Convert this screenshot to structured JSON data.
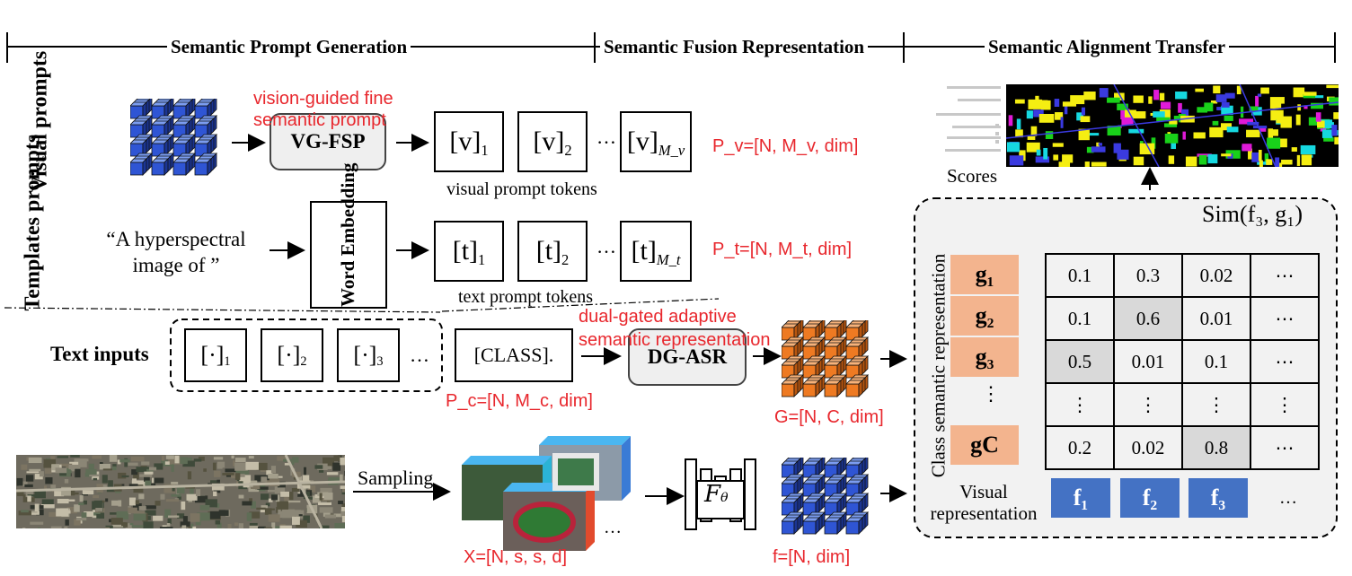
{
  "headers": {
    "spg": "Semantic Prompt Generation",
    "sfr": "Semantic Fusion Representation",
    "sat": "Semantic Alignment Transfer"
  },
  "rows": {
    "visual_prompts": "Visual prompts",
    "templates_prompts": "Templates prompts",
    "text_inputs": "Text inputs"
  },
  "modules": {
    "vgfsp": "VG-FSP",
    "vgfsp_desc": "vision-guided fine semantic prompt",
    "word_embedding": "Word Embedding",
    "dgasr": "DG-ASR",
    "dgasr_desc": "dual-gated adaptive semantic representation"
  },
  "visual_tokens": {
    "base": "[v]",
    "subs": [
      "1",
      "2",
      "M_v"
    ],
    "caption": "visual prompt tokens",
    "shape": "P_v=[N, M_v, dim]"
  },
  "text_tokens": {
    "base": "[t]",
    "subs": [
      "1",
      "2",
      "M_t"
    ],
    "caption": "text prompt tokens",
    "shape": "P_t=[N, M_t, dim]"
  },
  "template_text": {
    "line1": "“A hyperspectral",
    "line2": "image of ”"
  },
  "input_tokens": {
    "base": "[·]",
    "subs": [
      "1",
      "2",
      "3"
    ],
    "class": "[CLASS].",
    "shape": "P_c=[N, M_c, dim]"
  },
  "ellipsis": "…",
  "vellipsis": "⋮",
  "sampling": "Sampling",
  "feature_extractor": "F",
  "feature_extractor_sub": "θ",
  "shapes": {
    "x": "X=[N, s, s, d]",
    "g": "G=[N, C, dim]",
    "f": "f=[N, dim]"
  },
  "scores": "Scores",
  "sim_label": "Sim(f₃, g₁)",
  "class_semantic": "Class semantic representation",
  "visual_representation": {
    "line1": "Visual",
    "line2": "representation"
  },
  "g_labels": [
    "g₁",
    "g₂",
    "g₃",
    "gC"
  ],
  "f_labels": [
    "f₁",
    "f₂",
    "f₃"
  ],
  "sim_matrix": [
    [
      "0.1",
      "0.3",
      "0.02",
      "⋯"
    ],
    [
      "0.1",
      "0.6",
      "0.01",
      "⋯"
    ],
    [
      "0.5",
      "0.01",
      "0.1",
      "⋯"
    ],
    [
      "⋮",
      "⋮",
      "⋮",
      "⋮"
    ],
    [
      "0.2",
      "0.02",
      "0.8",
      "⋯"
    ]
  ],
  "highlight_cells": [
    [
      1,
      1
    ],
    [
      2,
      0
    ],
    [
      4,
      2
    ]
  ]
}
